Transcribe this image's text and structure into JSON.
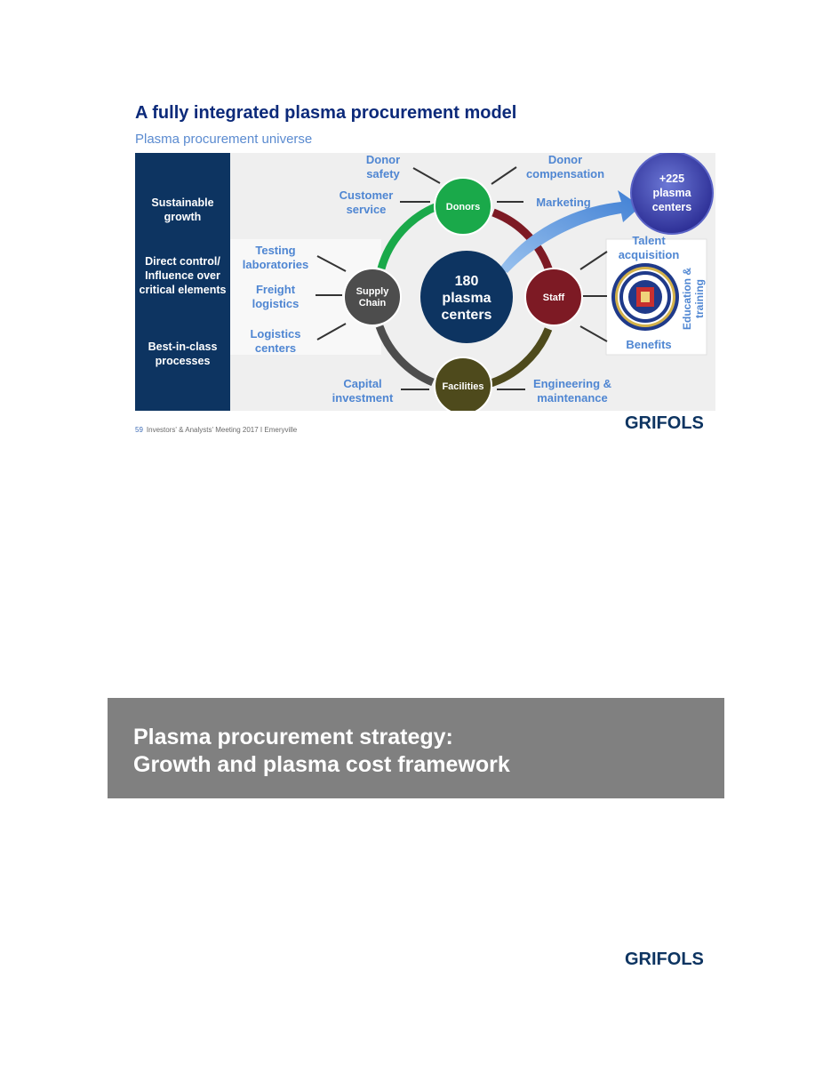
{
  "slide": {
    "title": "A fully integrated plasma procurement model",
    "subtitle": "Plasma procurement universe",
    "left_panel": [
      "Sustainable growth",
      "Direct control/ Influence over critical elements",
      "Best-in-class processes"
    ],
    "center": {
      "line1": "180",
      "line2": "plasma",
      "line3": "centers"
    },
    "target": {
      "line1": "+225",
      "line2": "plasma",
      "line3": "centers"
    },
    "nodes": {
      "donors": "Donors",
      "supply_chain_1": "Supply",
      "supply_chain_2": "Chain",
      "staff": "Staff",
      "facilities": "Facilities"
    },
    "labels": {
      "donor_safety_1": "Donor",
      "donor_safety_2": "safety",
      "donor_comp_1": "Donor",
      "donor_comp_2": "compensation",
      "customer_service_1": "Customer",
      "customer_service_2": "service",
      "marketing": "Marketing",
      "testing_1": "Testing",
      "testing_2": "laboratories",
      "freight_1": "Freight",
      "freight_2": "logistics",
      "logistics_1": "Logistics",
      "logistics_2": "centers",
      "talent_1": "Talent",
      "talent_2": "acquisition",
      "benefits": "Benefits",
      "education_1": "Education &",
      "education_2": "training",
      "capital_1": "Capital",
      "capital_2": "investment",
      "engineering_1": "Engineering &",
      "engineering_2": "maintenance"
    },
    "footer": {
      "page": "59",
      "text": "Investors' & Analysts' Meeting 2017 I Emeryville"
    },
    "logo": "GRIFOLS"
  },
  "banner": {
    "line1": "Plasma procurement strategy:",
    "line2": "Growth and plasma cost framework"
  },
  "bottom_logo": "GRIFOLS",
  "colors": {
    "donors": "#1aa94a",
    "supply_chain": "#4d4d4d",
    "staff": "#7d1a24",
    "facilities": "#4e4a1c",
    "center": "#0d3461",
    "label_blue": "#4f86d2"
  }
}
